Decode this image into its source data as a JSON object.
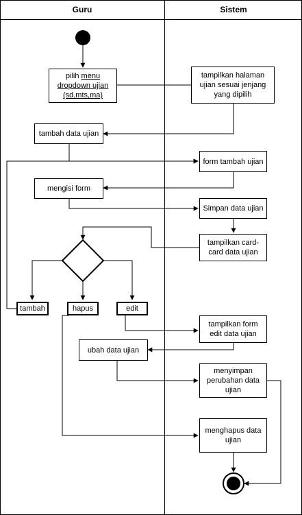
{
  "lanes": {
    "guru": "Guru",
    "sistem": "Sistem"
  },
  "nodes": {
    "pilih_menu": {
      "pre": "pilih ",
      "u1": "menu",
      "u2": "dropdown ujian",
      "u3": "(sd,mts,ma)"
    },
    "tampilkan_halaman": "tampilkan halaman ujian sesuai jenjang yang dipilih",
    "tambah_data_ujian": "tambah data ujian",
    "form_tambah_ujian": "form tambah ujian",
    "mengisi_form": "mengisi form",
    "simpan_data_ujian": "Simpan data ujian",
    "tampilkan_card": "tampilkan card-card data ujian",
    "tambah": "tambah",
    "hapus": "hapus",
    "edit": "edit",
    "tampilkan_form_edit": "tampilkan form edit data ujian",
    "ubah_data_ujian": "ubah data ujian",
    "menyimpan_perubahan": "menyimpan perubahan data ujian",
    "menghapus_data_ujian": "menghapus data ujian"
  }
}
